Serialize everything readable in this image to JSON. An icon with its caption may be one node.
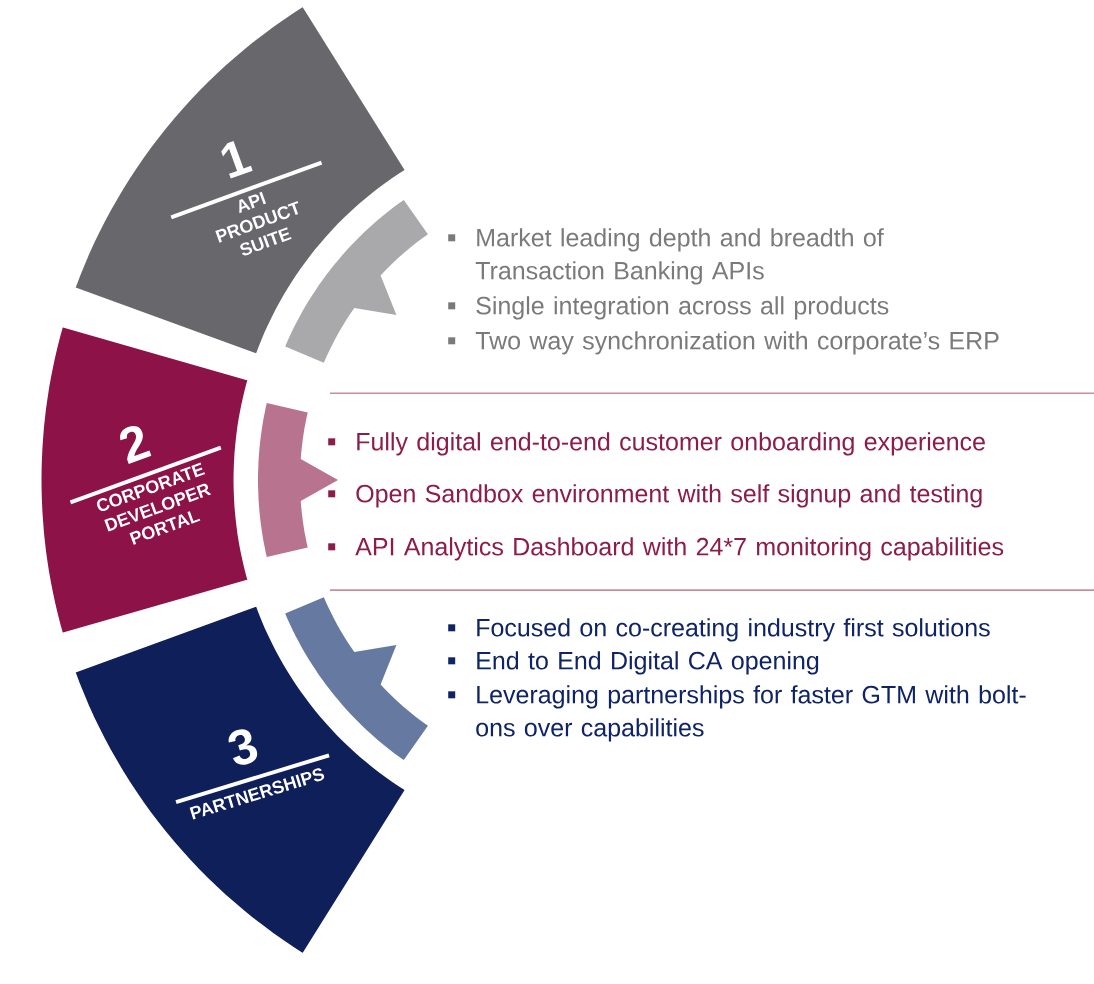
{
  "diagram": {
    "nodes": [
      {
        "text": [
          "1",
          "API PRODUCT SUITE"
        ]
      },
      {
        "text": [
          "2",
          "CORPORATE DEVELOPER PORTAL"
        ]
      },
      {
        "text": [
          "3",
          "PARTNERSHIPS"
        ]
      }
    ],
    "labels": [
      "Market leading depth and breadth of Transaction Banking APIs",
      "Single integration across all products",
      "Two way synchronization with corporate’s ERP",
      "Fully digital end-to-end customer onboarding experience",
      "Open Sandbox environment with self signup and testing",
      "API Analytics Dashboard with 24*7 monitoring capabilities",
      "Focused on co-creating industry first solutions",
      "End to End Digital CA opening",
      "Leveraging partnerships for faster GTM with bolt-ons over capabilities"
    ]
  }
}
